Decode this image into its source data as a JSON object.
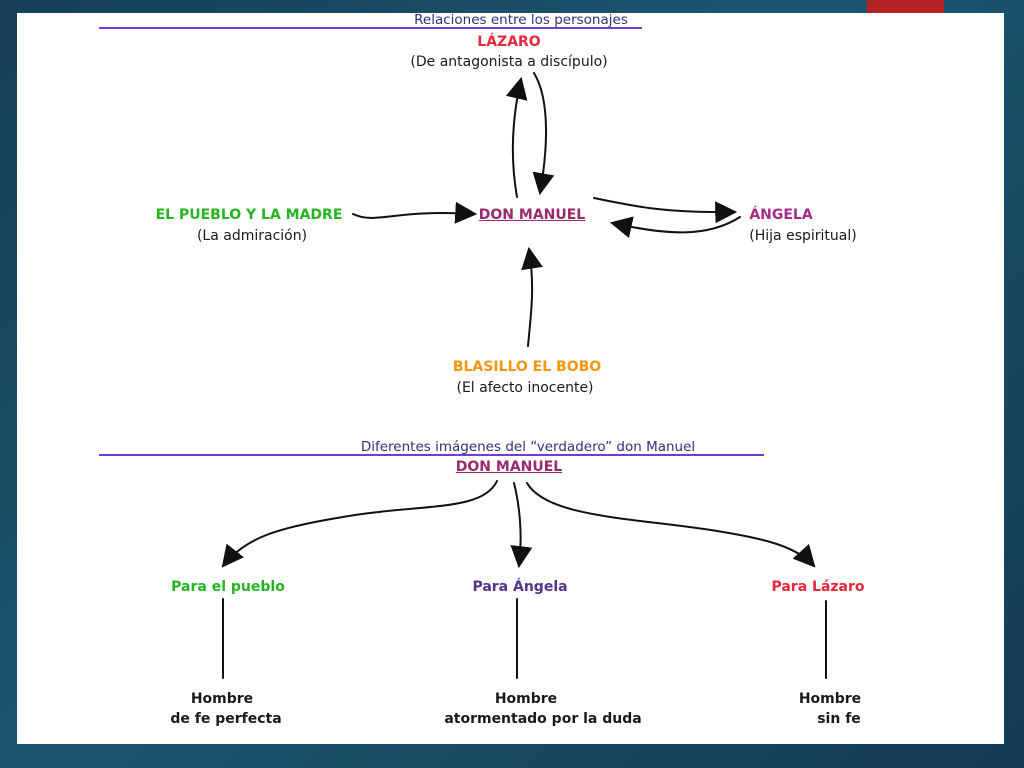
{
  "colors": {
    "background": "#1b5069",
    "slide": "#ffffff",
    "accent_tab": "#b32325",
    "rule": "#6b3fd0",
    "header_text": "#33307a",
    "lazaro_red": "#e8263d",
    "don_manuel_purple": "#9b2a6c",
    "angela_magenta": "#a62c86",
    "pueblo_green": "#25b520",
    "blasillo_orange": "#f2960c",
    "para_angela_purple": "#57328a",
    "text_dark": "#1a1a1a"
  },
  "section1": {
    "title": "Relaciones entre los personajes",
    "lazaro": {
      "name": "LÁZARO",
      "desc": "(De antagonista a discípulo)"
    },
    "don_manuel": {
      "name": "DON MANUEL"
    },
    "pueblo": {
      "name": "EL PUEBLO Y LA MADRE",
      "desc": "(La admiración)"
    },
    "angela": {
      "name": "ÁNGELA",
      "desc": "(Hija espiritual)"
    },
    "blasillo": {
      "name": "BLASILLO EL BOBO",
      "desc": "(El afecto inocente)"
    }
  },
  "section2": {
    "title": "Diferentes imágenes del “verdadero” don Manuel",
    "root": "DON MANUEL",
    "branches": [
      {
        "label": "Para el pueblo",
        "line1": "Hombre",
        "line2": "de fe perfecta"
      },
      {
        "label": "Para Ángela",
        "line1": "Hombre",
        "line2": "atormentado por la duda"
      },
      {
        "label": "Para Lázaro",
        "line1": "Hombre",
        "line2": "sin fe"
      }
    ]
  }
}
